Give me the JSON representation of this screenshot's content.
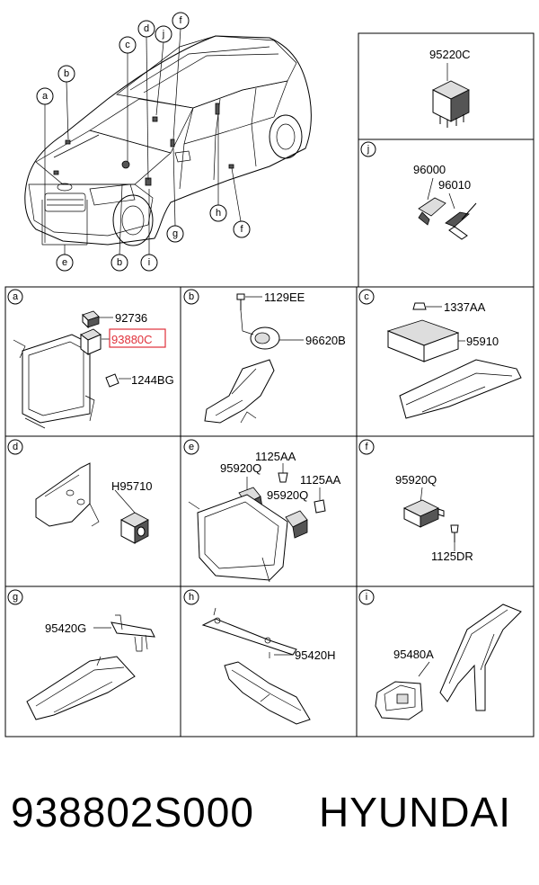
{
  "panel_top_right_a": {
    "part": "95220C"
  },
  "panel_j": {
    "key": "j",
    "parts": [
      "96000",
      "96010"
    ]
  },
  "overview": {
    "callouts": [
      "a",
      "b",
      "c",
      "d",
      "j",
      "f",
      "e",
      "b",
      "i",
      "g",
      "h",
      "f"
    ]
  },
  "panels": [
    {
      "key": "a",
      "parts": [
        "92736",
        "93880C",
        "1244BG"
      ],
      "highlight": "93880C"
    },
    {
      "key": "b",
      "parts": [
        "1129EE",
        "96620B"
      ]
    },
    {
      "key": "c",
      "parts": [
        "1337AA",
        "95910"
      ]
    },
    {
      "key": "d",
      "parts": [
        "H95710"
      ]
    },
    {
      "key": "e",
      "parts": [
        "1125AA",
        "95920Q",
        "1125AA",
        "95920Q"
      ]
    },
    {
      "key": "f",
      "parts": [
        "95920Q",
        "1125DR"
      ]
    },
    {
      "key": "g",
      "parts": [
        "95420G"
      ]
    },
    {
      "key": "h",
      "parts": [
        "95420H"
      ]
    },
    {
      "key": "i",
      "parts": [
        "95480A"
      ]
    }
  ],
  "footer": {
    "part_number": "938802S000",
    "brand": "HYUNDAI"
  },
  "colors": {
    "highlight": "#e0303a",
    "line": "#000000"
  }
}
